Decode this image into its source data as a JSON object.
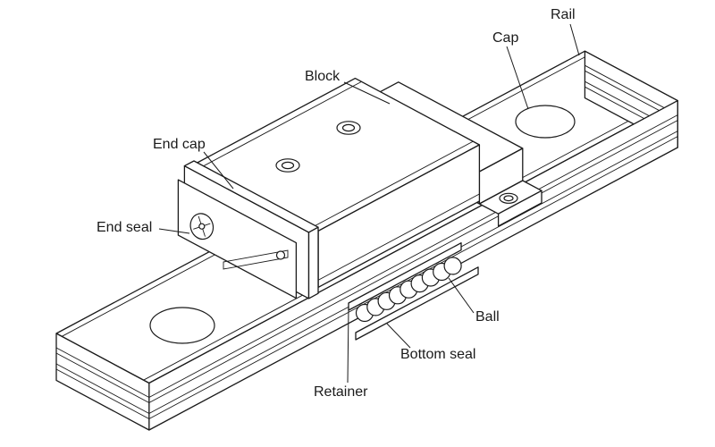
{
  "colors": {
    "ink": "#1a1a1a",
    "background": "#ffffff"
  },
  "diagram": {
    "labels": [
      {
        "id": "rail",
        "text": "Rail"
      },
      {
        "id": "cap",
        "text": "Cap"
      },
      {
        "id": "block",
        "text": "Block"
      },
      {
        "id": "end-cap",
        "text": "End cap"
      },
      {
        "id": "end-seal",
        "text": "End seal"
      },
      {
        "id": "ball",
        "text": "Ball"
      },
      {
        "id": "bottom-seal",
        "text": "Bottom seal"
      },
      {
        "id": "retainer",
        "text": "Retainer"
      }
    ]
  }
}
